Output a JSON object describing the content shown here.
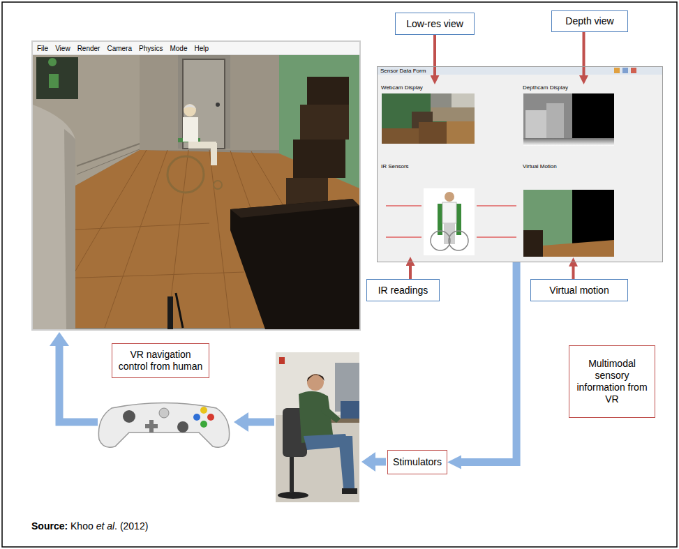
{
  "diagram": {
    "nodes": [
      {
        "text": [
          "File",
          "View",
          "Render",
          "Camera",
          "Physics",
          "Mode",
          "Help"
        ]
      },
      {
        "text": [
          "Low-res view"
        ]
      },
      {
        "text": [
          "Depth view"
        ]
      },
      {
        "text": [
          "Sensor Data Form"
        ]
      },
      {
        "text": [
          "Webcam Display"
        ],
        "in": 3
      },
      {
        "text": [
          "Depthcam Display"
        ],
        "in": 3
      },
      {
        "text": [
          "IR Sensors"
        ],
        "in": 3
      },
      {
        "text": [
          "Virtual Motion"
        ],
        "in": 3
      },
      {
        "text": [
          "IR readings"
        ]
      },
      {
        "text": [
          "Virtual motion"
        ]
      },
      {
        "text": [
          "VR navigation control from human"
        ]
      },
      {
        "text": [
          "Multimodal sensory information from VR"
        ]
      },
      {
        "text": [
          "Stimulators"
        ]
      }
    ],
    "edges": [
      {
        "from": 1,
        "to": 4,
        "arrow": "to"
      },
      {
        "from": 2,
        "to": 5,
        "arrow": "to"
      },
      {
        "from": 8,
        "to": 6,
        "arrow": "to"
      },
      {
        "from": 9,
        "to": 7,
        "arrow": "to"
      },
      {
        "from": 3,
        "to": 12,
        "arrow": "to"
      }
    ],
    "labels": [
      "Source:",
      "Khoo",
      "et al",
      ". (2012)"
    ]
  }
}
